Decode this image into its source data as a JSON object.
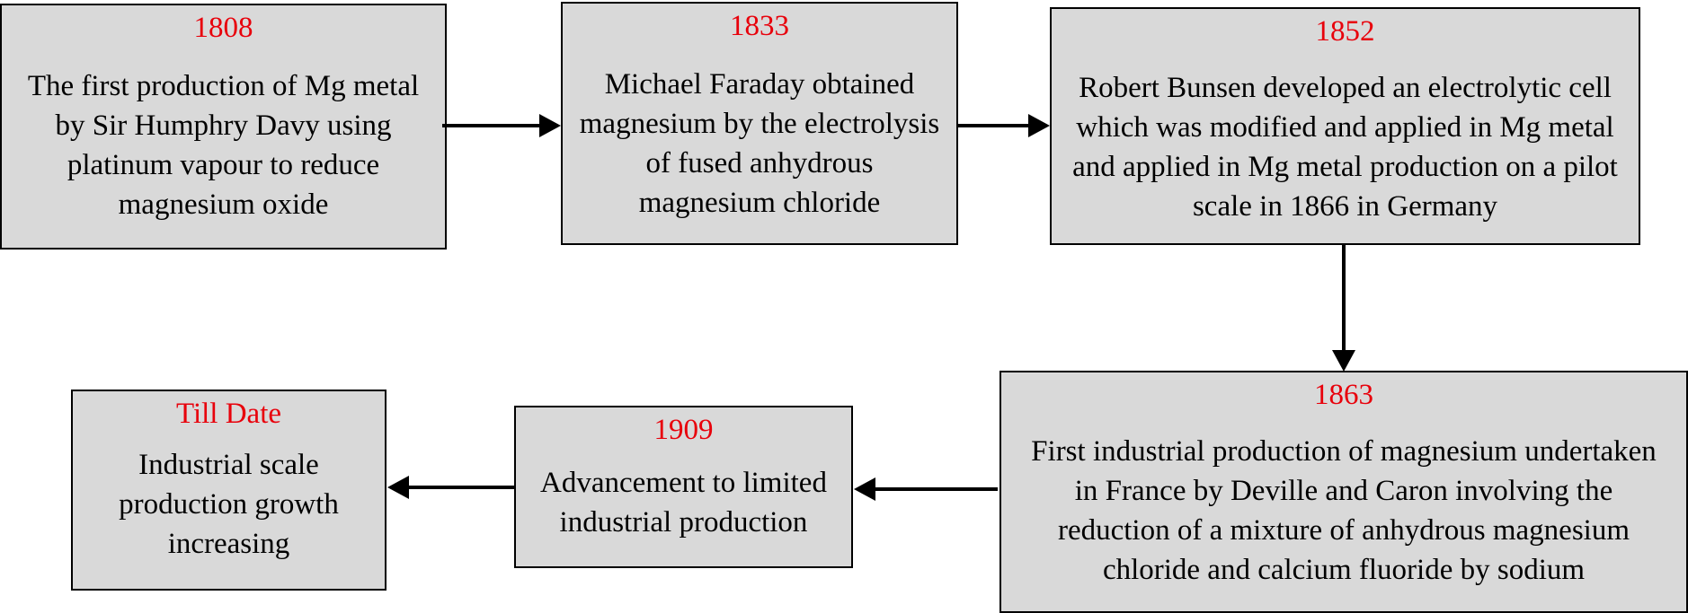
{
  "timeline": [
    {
      "id": "1808",
      "year": "1808",
      "text": "The first production of Mg metal\nby Sir Humphry Davy using\nplatinum vapour to reduce\nmagnesium oxide"
    },
    {
      "id": "1833",
      "year": "1833",
      "text": "Michael Faraday obtained\nmagnesium by the electrolysis\nof fused anhydrous\nmagnesium chloride"
    },
    {
      "id": "1852",
      "year": "1852",
      "text": "Robert Bunsen developed an electrolytic cell\nwhich was modified and applied in Mg metal\nand applied in Mg metal production on a pilot\nscale in 1866 in Germany"
    },
    {
      "id": "1863",
      "year": "1863",
      "text": "First industrial production of magnesium undertaken\nin France by Deville and Caron involving the\nreduction of a mixture of anhydrous magnesium\nchloride and calcium fluoride by sodium"
    },
    {
      "id": "1909",
      "year": "1909",
      "text": "Advancement to limited\nindustrial production"
    },
    {
      "id": "till-date",
      "year": "Till Date",
      "text": "Industrial scale\nproduction growth\nincreasing"
    }
  ],
  "colors": {
    "box_fill": "#d9d9d9",
    "year_text": "#e8000b",
    "border": "#000000"
  }
}
